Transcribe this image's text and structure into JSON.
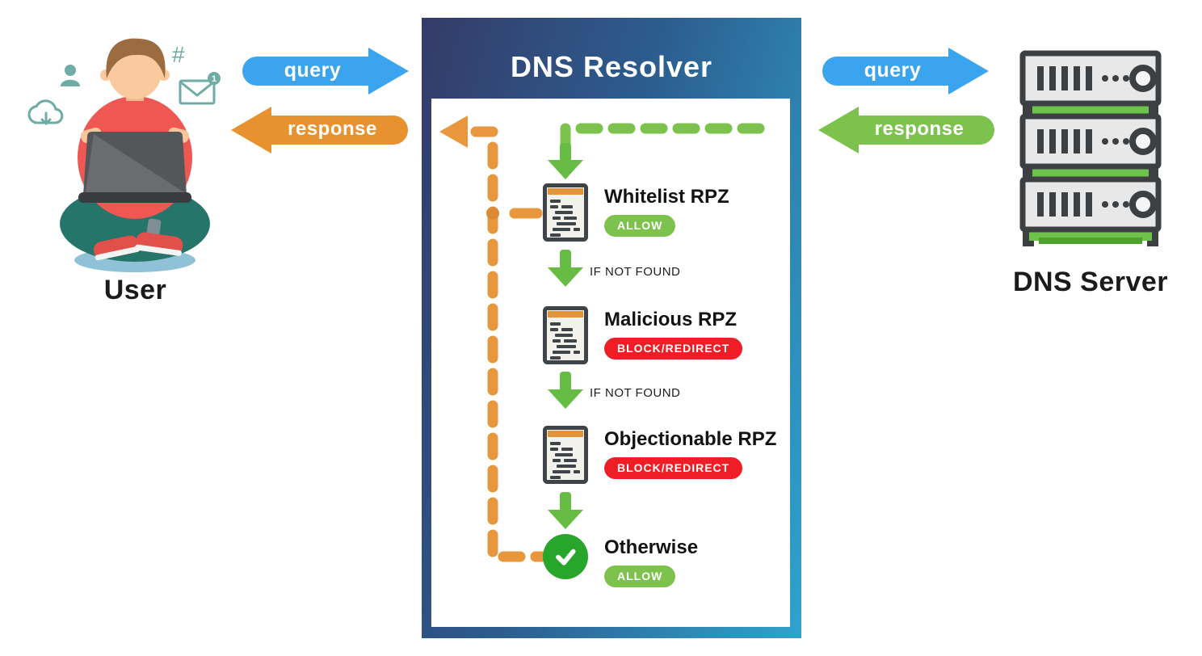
{
  "palette": {
    "query_arrow": "#3ba4ee",
    "response_arrow_user": "#e8912f",
    "response_arrow_server": "#7cc24d",
    "flow_green": "#7cc24d",
    "flow_orange": "#e8973c",
    "flow_orange_dot": "#db8a33",
    "arrow_green": "#67bd43",
    "allow_badge": "#7cc24d",
    "block_badge": "#ef1d25",
    "check_green": "#28a62b"
  },
  "user": {
    "label": "User",
    "hashtag_glyph": "#",
    "envelope_badge": "1"
  },
  "arrows_left": {
    "query": "query",
    "response": "response"
  },
  "arrows_right": {
    "query": "query",
    "response": "response"
  },
  "resolver": {
    "title": "DNS Resolver",
    "connector_label": "IF NOT FOUND",
    "steps": [
      {
        "label": "Whitelist RPZ",
        "badge": "ALLOW",
        "badge_color": "#7cc24d"
      },
      {
        "label": "Malicious RPZ",
        "badge": "BLOCK/REDIRECT",
        "badge_color": "#ef1d25"
      },
      {
        "label": "Objectionable RPZ",
        "badge": "BLOCK/REDIRECT",
        "badge_color": "#ef1d25"
      },
      {
        "label": "Otherwise",
        "badge": "ALLOW",
        "badge_color": "#7cc24d"
      }
    ]
  },
  "server": {
    "label": "DNS Server"
  },
  "icons": {
    "policy_step": "policy-document-icon",
    "final_step": "check-circle-icon",
    "user_side": [
      "person-icon",
      "hashtag-icon",
      "envelope-icon",
      "cloud-download-icon"
    ],
    "server_side": "server-rack-icon"
  }
}
